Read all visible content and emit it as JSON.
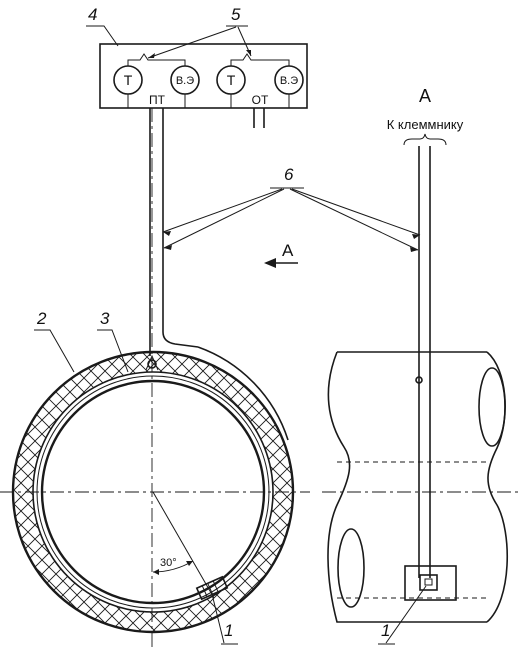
{
  "labels": {
    "box_number": "4",
    "wire_number": "5",
    "cable_number": "6",
    "insulation_outer_number": "2",
    "insulation_inner_number": "3",
    "sensor_number_left": "1",
    "sensor_number_right": "1",
    "view_arrow_label": "А",
    "view_title": "А",
    "terminal_label": "К клеммнику",
    "angle_label": "30°"
  },
  "box": {
    "pt_group": {
      "t_label": "Т",
      "ve_label": "В.Э",
      "caption": "ПТ"
    },
    "ot_group": {
      "t_label": "Т",
      "ve_label": "В.Э",
      "caption": "ОТ"
    }
  },
  "colors": {
    "ink": "#1a1a1a",
    "background": "#ffffff"
  }
}
